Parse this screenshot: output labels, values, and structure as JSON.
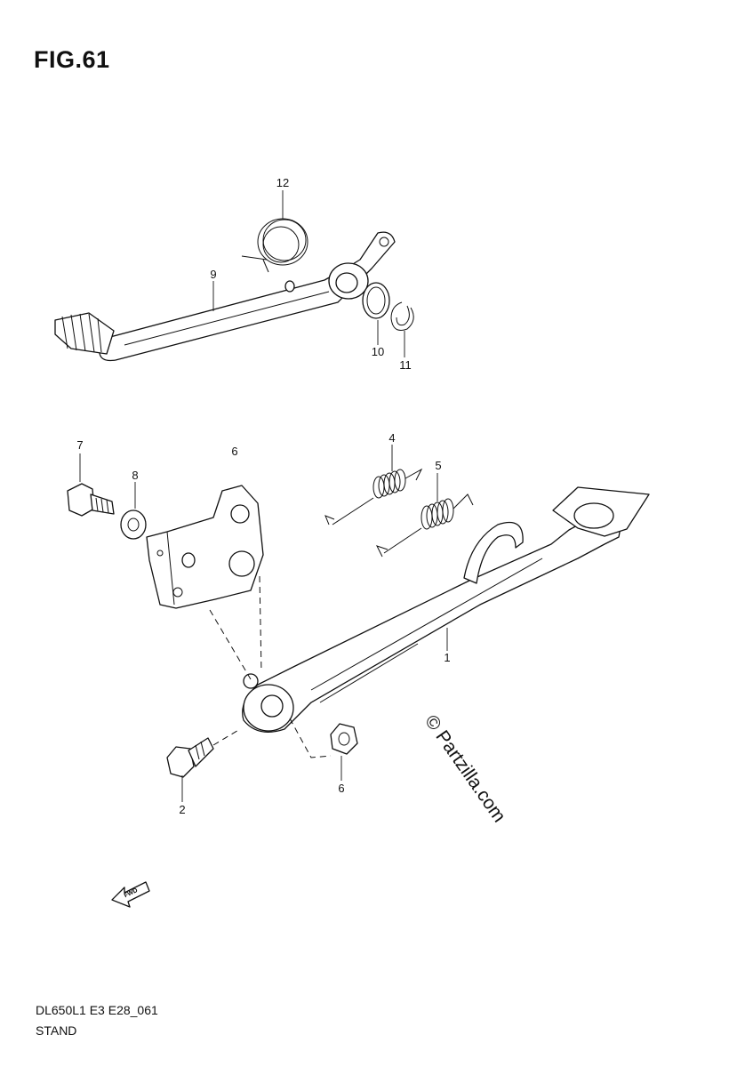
{
  "figure": {
    "title": "FIG.61",
    "code": "DL650L1 E3 E28_061",
    "name": "STAND",
    "watermark": "© Partzilla.com",
    "fwd_label": "FWD"
  },
  "callouts": [
    {
      "id": "1",
      "label": "1"
    },
    {
      "id": "2",
      "label": "2"
    },
    {
      "id": "4",
      "label": "4"
    },
    {
      "id": "5",
      "label": "5"
    },
    {
      "id": "6",
      "label": "6"
    },
    {
      "id": "6b",
      "label": "6"
    },
    {
      "id": "7",
      "label": "7"
    },
    {
      "id": "8",
      "label": "8"
    },
    {
      "id": "9",
      "label": "9"
    },
    {
      "id": "10",
      "label": "10"
    },
    {
      "id": "11",
      "label": "11"
    },
    {
      "id": "12",
      "label": "12"
    }
  ]
}
